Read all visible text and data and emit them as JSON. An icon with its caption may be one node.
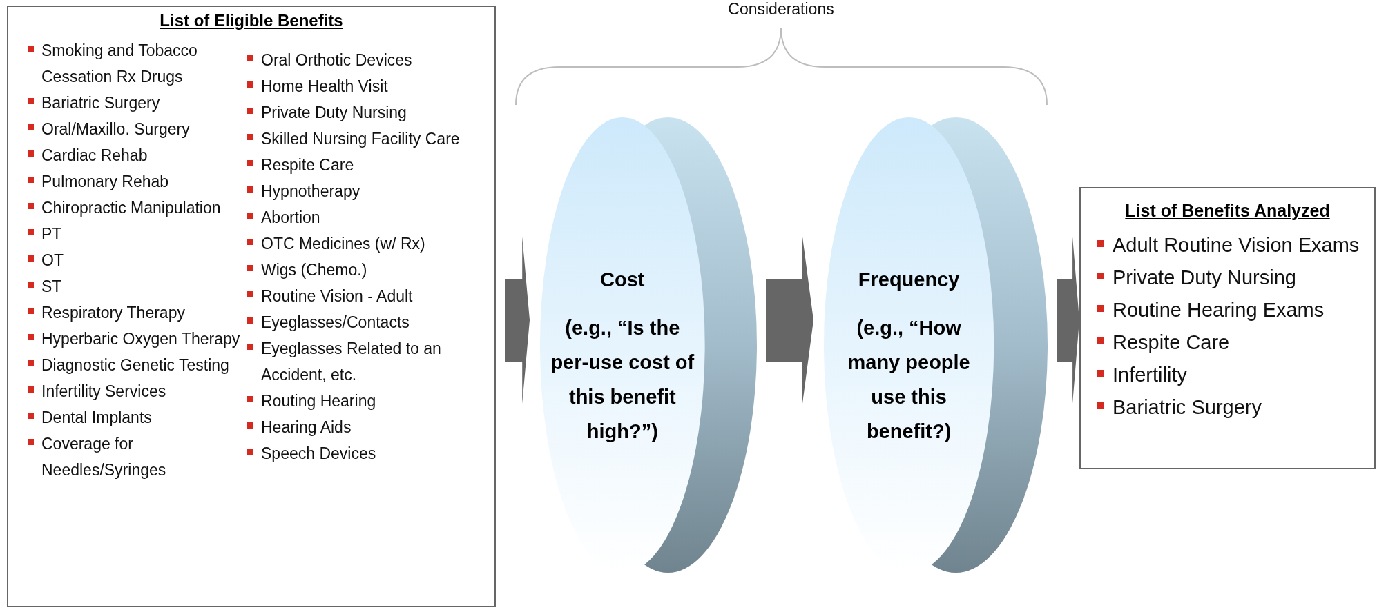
{
  "diagram": {
    "nodes": [
      {
        "text": [
          "List of Eligible Benefits",
          "Smoking and Tobacco Cessation Rx Drugs",
          "Bariatric Surgery",
          "Oral/Maxillo. Surgery",
          "Cardiac Rehab",
          "Pulmonary Rehab",
          "Chiropractic Manipulation",
          "PT",
          "OT",
          "ST",
          "Respiratory Therapy",
          "Hyperbaric Oxygen Therapy",
          "Diagnostic Genetic Testing",
          "Infertility Services",
          "Dental Implants",
          "Coverage for Needles/Syringes",
          "Oral Orthotic Devices",
          "Home Health Visit",
          "Private Duty Nursing",
          "Skilled Nursing Facility Care",
          "Respite Care",
          "Hypnotherapy",
          "Abortion",
          "OTC Medicines (w/ Rx)",
          "Wigs (Chemo.)",
          "Routine Vision - Adult",
          "Eyeglasses/Contacts",
          "Eyeglasses Related to an Accident, etc.",
          "Routing Hearing",
          "Hearing Aids",
          "Speech Devices"
        ]
      },
      {
        "text": [
          "Cost",
          "(e.g., “Is the per-use cost of this benefit high?”)"
        ]
      },
      {
        "text": [
          "Frequency",
          "(e.g., “How many people use this benefit?)"
        ]
      },
      {
        "text": [
          "List of Benefits Analyzed",
          "Adult Routine Vision Exams",
          "Private Duty Nursing",
          "Routine Hearing Exams",
          "Respite Care",
          "Infertility",
          "Bariatric Surgery"
        ]
      }
    ],
    "edges": [
      {
        "from": 0,
        "to": 1,
        "arrow": "to"
      },
      {
        "from": 1,
        "to": 2,
        "arrow": "to"
      },
      {
        "from": 2,
        "to": 3,
        "arrow": "to"
      }
    ],
    "labels": [
      "Considerations"
    ]
  }
}
